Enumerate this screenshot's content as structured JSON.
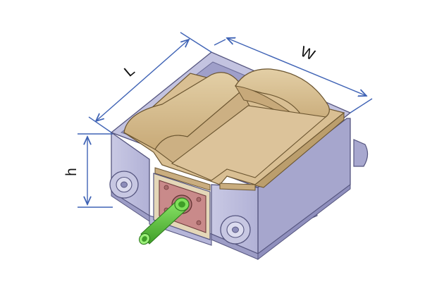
{
  "diagram": {
    "dimensions": [
      {
        "id": "length",
        "label": "L"
      },
      {
        "id": "width",
        "label": "W"
      },
      {
        "id": "height",
        "label": "h"
      }
    ],
    "colors": {
      "dimension_line": "#3f63b5",
      "housing": "#c3c3e0",
      "housing_dark": "#9c9cc6",
      "housing_edge": "#55557f",
      "cover": "#d9bf93",
      "cover_shade": "#bb9e6d",
      "cover_edge": "#6b5530",
      "connector_plate": "#c98a8a",
      "connector_frame": "#e4d7b8",
      "tube": "#6fd84a",
      "tube_dark": "#3f9e28"
    }
  }
}
